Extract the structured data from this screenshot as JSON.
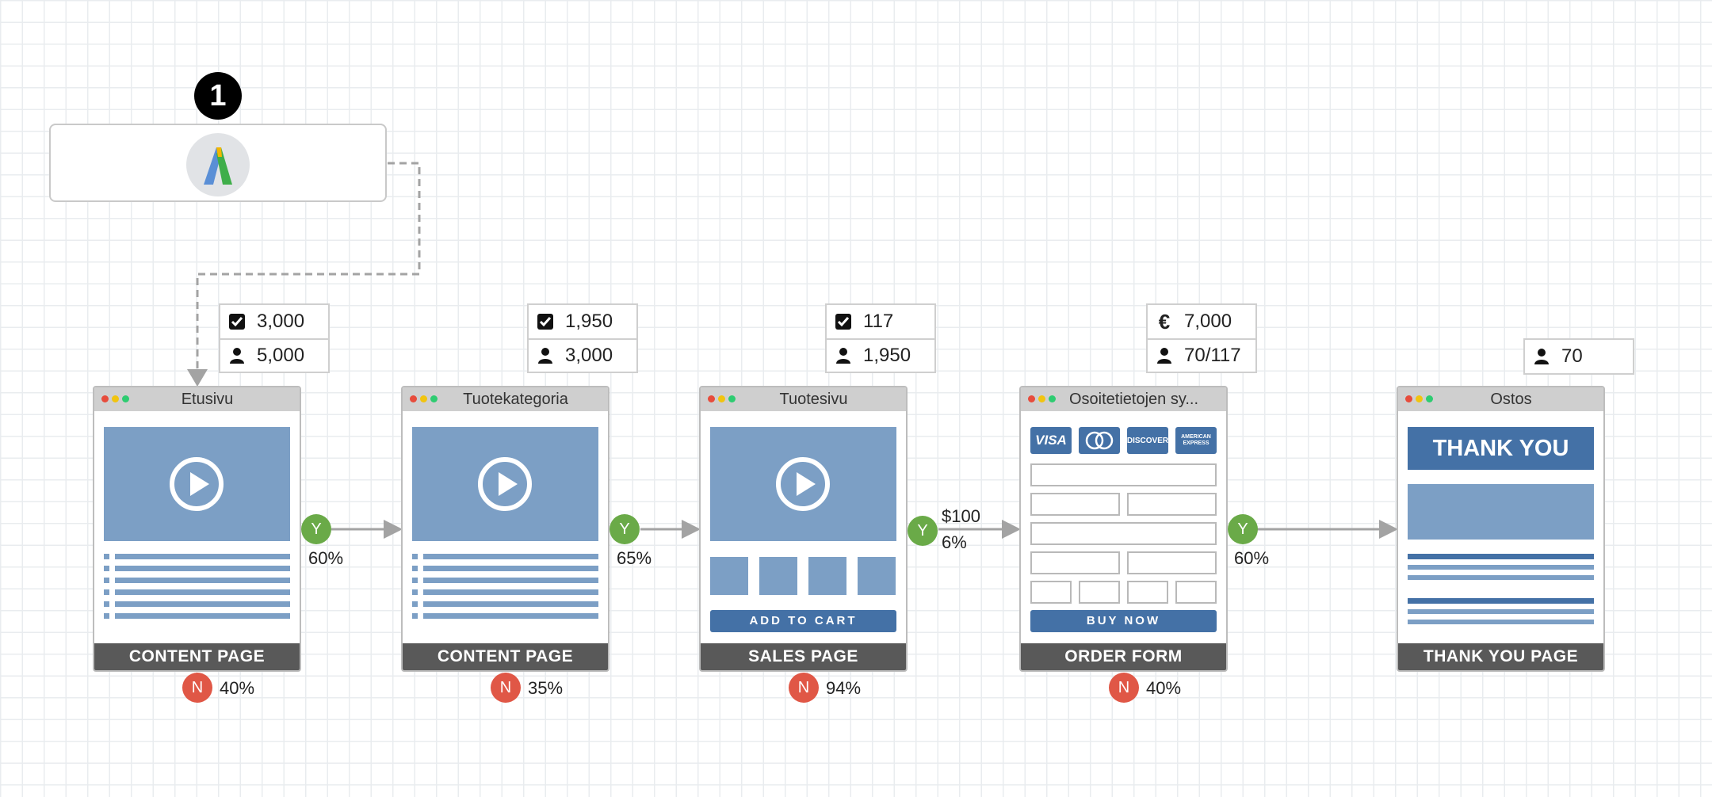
{
  "source": {
    "step_number": "1",
    "logo_icon": "google-ads-logo-icon"
  },
  "colors": {
    "yes": "#6aaa48",
    "no": "#e05746",
    "block": "#7c9fc5",
    "button": "#4471a6",
    "footer": "#595959"
  },
  "stats": [
    {
      "rows": [
        {
          "icon": "checkbox-icon",
          "value": "3,000"
        },
        {
          "icon": "person-icon",
          "value": "5,000"
        }
      ]
    },
    {
      "rows": [
        {
          "icon": "checkbox-icon",
          "value": "1,950"
        },
        {
          "icon": "person-icon",
          "value": "3,000"
        }
      ]
    },
    {
      "rows": [
        {
          "icon": "checkbox-icon",
          "value": "117"
        },
        {
          "icon": "person-icon",
          "value": "1,950"
        }
      ]
    },
    {
      "rows": [
        {
          "icon": "euro-icon",
          "symbol": "€",
          "value": "7,000"
        },
        {
          "icon": "person-icon",
          "value": "70/117"
        }
      ]
    },
    {
      "rows": [
        {
          "icon": "person-icon",
          "value": "70"
        }
      ]
    }
  ],
  "pages": [
    {
      "title": "Etusivu",
      "type_label": "CONTENT PAGE"
    },
    {
      "title": "Tuotekategoria",
      "type_label": "CONTENT PAGE"
    },
    {
      "title": "Tuotesivu",
      "type_label": "SALES PAGE",
      "cta": "ADD TO CART"
    },
    {
      "title": "Osoitetietojen sy...",
      "type_label": "ORDER FORM",
      "cta": "BUY NOW",
      "cards": [
        "VISA",
        "mastercard",
        "DISCOVER",
        "AMERICAN EXPRESS"
      ]
    },
    {
      "title": "Ostos",
      "type_label": "THANK YOU PAGE",
      "banner": "THANK YOU"
    }
  ],
  "transitions": [
    {
      "yes_label": "Y",
      "yes_pct": "60%",
      "no_label": "N",
      "no_pct": "40%"
    },
    {
      "yes_label": "Y",
      "yes_pct": "65%",
      "no_label": "N",
      "no_pct": "35%"
    },
    {
      "yes_label": "Y",
      "value": "$100",
      "yes_pct": "6%",
      "no_label": "N",
      "no_pct": "94%"
    },
    {
      "yes_label": "Y",
      "yes_pct": "60%",
      "no_label": "N",
      "no_pct": "40%"
    }
  ]
}
